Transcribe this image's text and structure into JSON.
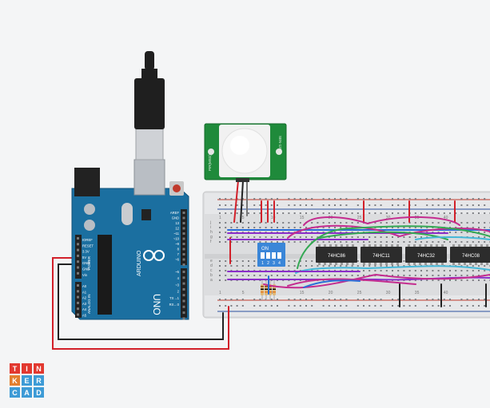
{
  "colors": {
    "arduino": "#1b6fa0",
    "breadboard": "#dedfe1",
    "chip": "#2c2c2c",
    "dip_switch": "#3a86d8",
    "pir_board": "#1f8a3b",
    "wire_red": "#d2202a",
    "wire_black": "#222222",
    "wire_purple": "#8b2fc9",
    "wire_blue": "#2a6fd8",
    "wire_green": "#33a853",
    "wire_magenta": "#c42c8f",
    "wire_cyan": "#45b8d8"
  },
  "arduino": {
    "brand": "ARDUINO",
    "model": "UNO",
    "power_header_labels": [
      "IOREF",
      "RESET",
      "3.3V",
      "5V",
      "GND",
      "GND",
      "Vin"
    ],
    "power_label": "POWER",
    "analog_label": "ANALOG IN",
    "analog_pins": [
      "A0",
      "A1",
      "A2",
      "A3",
      "A4",
      "A5"
    ],
    "digital_labels": [
      "AREF",
      "GND",
      "13",
      "12",
      "~11",
      "~10",
      "~9",
      "8",
      "7",
      "~6",
      "~5",
      "4",
      "~3",
      "2",
      "TX→1",
      "RX←0"
    ]
  },
  "pir": {
    "left_text": "PIR(MSG)",
    "right_text": "SEN-13285"
  },
  "dip_switch": {
    "on_label": "ON",
    "numbers": [
      "1",
      "2",
      "3",
      "4"
    ]
  },
  "chips": [
    "74HC86",
    "74HC11",
    "74HC32",
    "74HC08"
  ],
  "breadboard": {
    "row_letters_top": [
      "j",
      "i",
      "h",
      "g",
      "f"
    ],
    "row_letters_bottom": [
      "e",
      "d",
      "c",
      "b",
      "a"
    ],
    "col_numbers": [
      "1",
      "5",
      "10",
      "15",
      "20",
      "25",
      "30",
      "35",
      "40"
    ]
  },
  "logo": {
    "letters": [
      "T",
      "I",
      "N",
      "K",
      "E",
      "R",
      "C",
      "A",
      "D"
    ],
    "colors": [
      "#e2382f",
      "#e2382f",
      "#e2382f",
      "#e37f2f",
      "#3d9bd6",
      "#3d9bd6",
      "#3d9bd6",
      "#3d9bd6",
      "#3d9bd6"
    ]
  }
}
